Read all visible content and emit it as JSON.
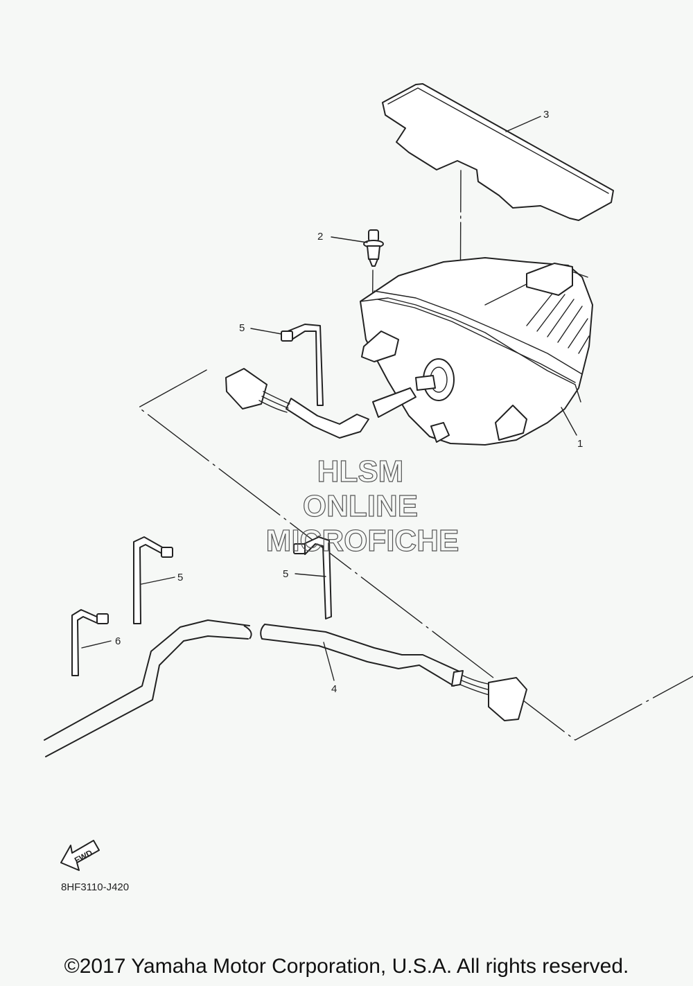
{
  "watermark": {
    "line1": "HLSM",
    "line2": "ONLINE",
    "line3": "MICROFICHE"
  },
  "callouts": [
    "1",
    "2",
    "3",
    "4",
    "5",
    "5",
    "5",
    "6"
  ],
  "fwd_label": "FWD",
  "part_code": "8HF3110-J420",
  "copyright": "©2017 Yamaha Motor Corporation, U.S.A. All rights reserved."
}
